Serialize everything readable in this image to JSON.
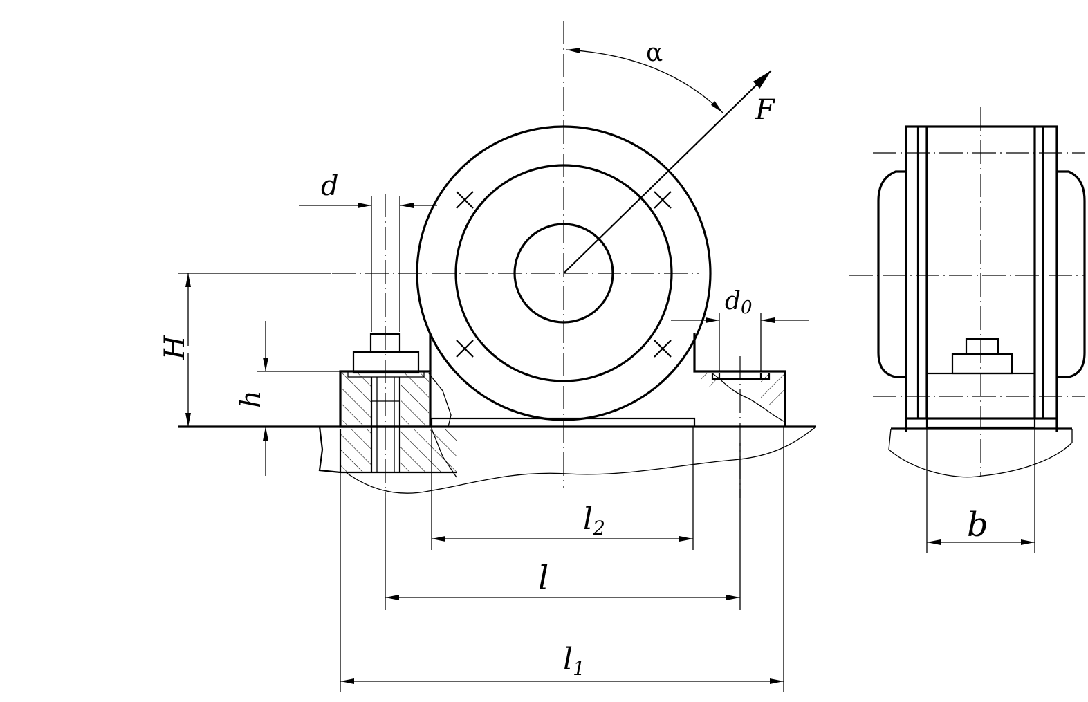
{
  "labels": {
    "alpha": "α",
    "force": "F",
    "d": "d",
    "d0_main": "d",
    "d0_sub": "0",
    "H": "H",
    "h": "h",
    "l2_main": "l",
    "l2_sub": "2",
    "l": "l",
    "l1_main": "l",
    "l1_sub": "1",
    "b": "b"
  }
}
